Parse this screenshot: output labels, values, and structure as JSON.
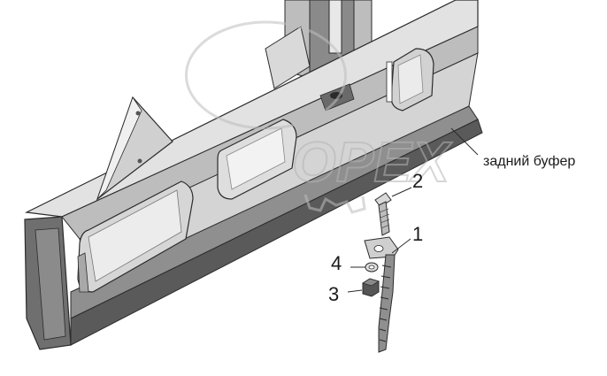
{
  "callouts": [
    {
      "id": "1",
      "text": "1"
    },
    {
      "id": "2",
      "text": "2"
    },
    {
      "id": "3",
      "text": "3"
    },
    {
      "id": "4",
      "text": "4"
    }
  ],
  "caption": "задний буфер",
  "watermark": "OPEX",
  "colors": {
    "frame": "#4a4a4a",
    "panel": "#cfcfcf",
    "shade": "#9a9a9a",
    "light": "#e6e6e6",
    "line": "#2b2b2b",
    "watermark": "#c8c8c8"
  }
}
